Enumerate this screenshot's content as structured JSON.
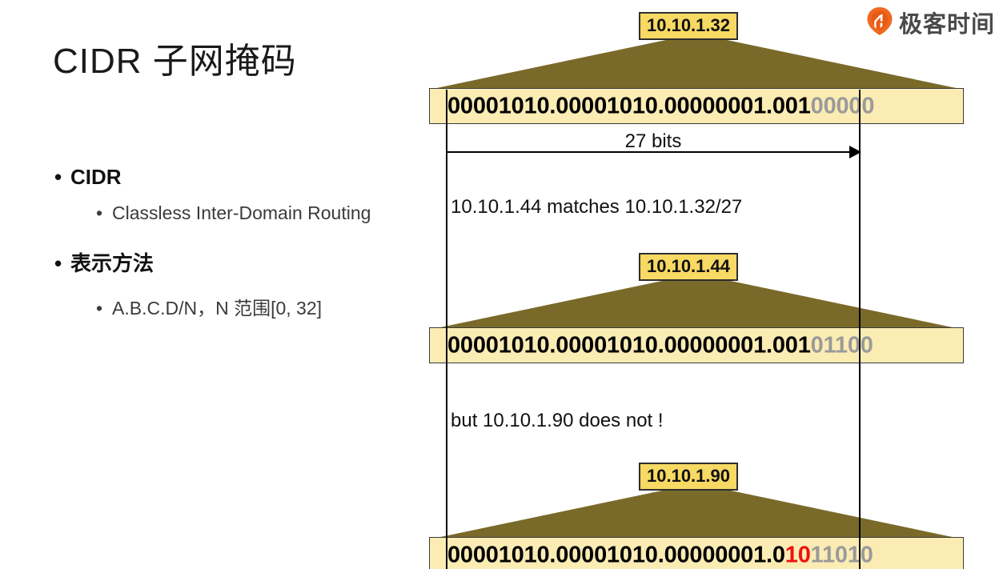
{
  "slide": {
    "title": "CIDR 子网掩码",
    "background": "#ffffff"
  },
  "logo": {
    "text": "极客时间",
    "icon": "geekbang-logo-icon",
    "accent_color": "#ef6820"
  },
  "bullets": [
    {
      "level": 1,
      "text": "CIDR"
    },
    {
      "level": 2,
      "text": "Classless Inter-Domain Routing"
    },
    {
      "level": 1,
      "text": "表示方法"
    },
    {
      "level": 2,
      "text": "A.B.C.D/N，N 范围[0, 32]"
    }
  ],
  "diagram": {
    "colors": {
      "triangle": "#7a6a2a",
      "bar_fill": "#fbecb4",
      "label_fill": "#f7d963",
      "prefix_text": "#000000",
      "host_text": "#9a9a9a",
      "mismatch_text": "#ee1111",
      "line": "#000000"
    },
    "prefix_bits": 27,
    "arrow_label": "27 bits",
    "notes": [
      "10.10.1.44 matches 10.10.1.32/27",
      "but 10.10.1.90 does not !"
    ],
    "rows": [
      {
        "ip_label": "10.10.1.32",
        "binary_prefix": "00001010.00001010.00000001.001",
        "binary_mismatch": "",
        "binary_host": "00000"
      },
      {
        "ip_label": "10.10.1.44",
        "binary_prefix": "00001010.00001010.00000001.001",
        "binary_mismatch": "",
        "binary_host": "01100"
      },
      {
        "ip_label": "10.10.1.90",
        "binary_prefix": "00001010.00001010.00000001.0",
        "binary_mismatch": "10",
        "binary_host": "11010"
      }
    ]
  }
}
